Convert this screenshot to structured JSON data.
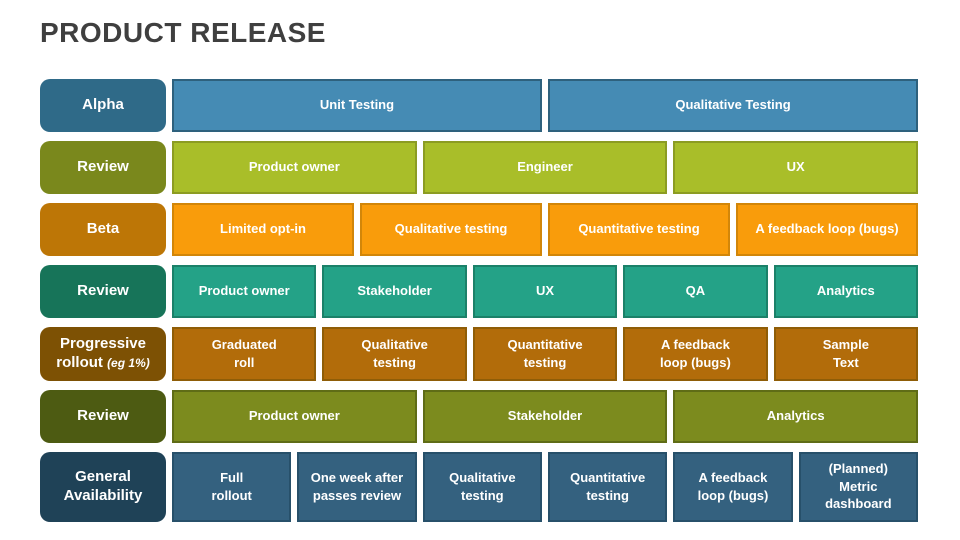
{
  "title": "PRODUCT RELEASE",
  "colors": {
    "background": "#FFFFFF",
    "title_text": "#3F3F3F",
    "box_text": "#FFFFFF"
  },
  "table": {
    "rows": [
      {
        "label": "Alpha",
        "label_note": "",
        "label_bg": "#2F6A88",
        "cell_bg": "#458BB4",
        "cell_border": "#2E617D",
        "cells": [
          "Unit Testing",
          "Qualitative Testing"
        ]
      },
      {
        "label": "Review",
        "label_note": "",
        "label_bg": "#7A881C",
        "cell_bg": "#A9BE29",
        "cell_border": "#8C9C22",
        "cells": [
          "Product owner",
          "Engineer",
          "UX"
        ]
      },
      {
        "label": "Beta",
        "label_note": "",
        "label_bg": "#BD7606",
        "cell_bg": "#F99C0B",
        "cell_border": "#D28609",
        "cells": [
          "Limited opt-in",
          "Qualitative testing",
          "Quantitative testing",
          "A feedback loop (bugs)"
        ]
      },
      {
        "label": "Review",
        "label_note": "",
        "label_bg": "#177459",
        "cell_bg": "#24A287",
        "cell_border": "#1B8169",
        "cells": [
          "Product owner",
          "Stakeholder",
          "UX",
          "QA",
          "Analytics"
        ]
      },
      {
        "label": "Progressive rollout",
        "label_note": "(eg 1%)",
        "label_bg": "#7D5104",
        "cell_bg": "#B26C0A",
        "cell_border": "#8F5D07",
        "cells": [
          "Graduated\nroll",
          "Qualitative\ntesting",
          "Quantitative\ntesting",
          "A feedback\nloop (bugs)",
          "Sample\nText"
        ]
      },
      {
        "label": "Review",
        "label_note": "",
        "label_bg": "#4D5B12",
        "cell_bg": "#7C8B1E",
        "cell_border": "#5F6C16",
        "cells": [
          "Product owner",
          "Stakeholder",
          "Analytics"
        ]
      },
      {
        "label": "General Availability",
        "label_note": "",
        "label_bg": "#1F4257",
        "cell_bg": "#34617F",
        "cell_border": "#27506A",
        "cells": [
          "Full\nrollout",
          "One week after\npasses review",
          "Qualitative\ntesting",
          "Quantitative\ntesting",
          "A feedback\nloop (bugs)",
          "(Planned)\nMetric\ndashboard"
        ]
      }
    ]
  }
}
